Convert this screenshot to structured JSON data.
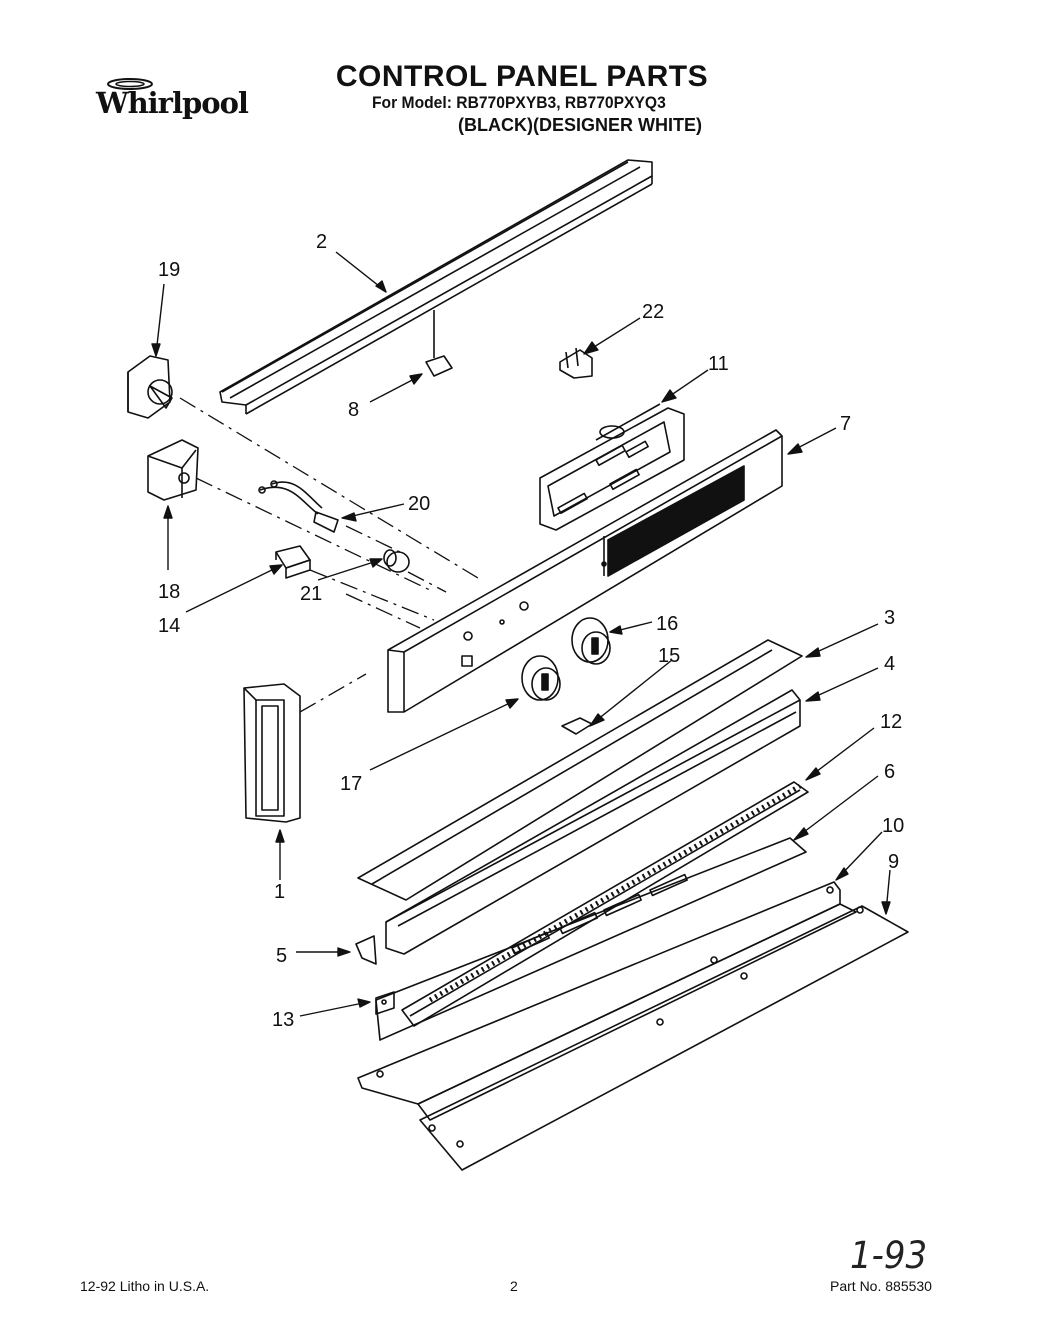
{
  "header": {
    "brand": "Whirlpool",
    "title": "CONTROL PANEL PARTS",
    "model_line": "For Model: RB770PXYB3, RB770PXYQ3",
    "variant_line": "(BLACK)(DESIGNER WHITE)"
  },
  "diagram": {
    "callouts": [
      "1",
      "2",
      "3",
      "4",
      "5",
      "6",
      "7",
      "8",
      "9",
      "10",
      "11",
      "12",
      "13",
      "14",
      "15",
      "16",
      "17",
      "18",
      "19",
      "20",
      "21",
      "22"
    ]
  },
  "footer": {
    "left": "12-92  Litho in U.S.A.",
    "center": "2",
    "right": "Part No. 885530",
    "handwritten_date": "1-93"
  }
}
